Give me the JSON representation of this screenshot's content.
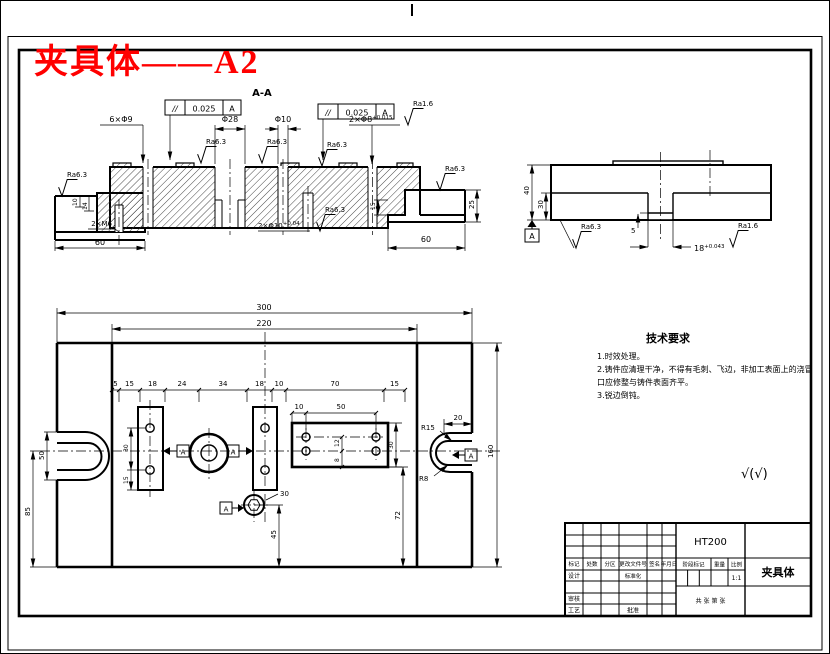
{
  "title": {
    "text": "夹具体——A2",
    "color": "#ff0000"
  },
  "section_view": {
    "view_label": "A-A",
    "tol_frame_1": {
      "sym": "//",
      "val": "0.025",
      "datum": "A"
    },
    "tol_frame_2": {
      "sym": "//",
      "val": "0.025",
      "datum": "A"
    },
    "d6x9": "6×Φ9",
    "d28": "Φ28",
    "d10": "Φ10",
    "d8": "2×Φ8",
    "d8_tol": "+0.015",
    "d10b": "2×Φ10",
    "d10b_tol": "+0.04",
    "m6": "2×M6",
    "w60l": "60",
    "w60r": "60",
    "v10": "10",
    "v14": "14",
    "v15": "15",
    "v25": "25",
    "ra63": "Ra6.3",
    "ra16": "Ra1.6"
  },
  "side_view": {
    "v40": "40",
    "v30": "30",
    "v5": "5",
    "slot": "18",
    "slot_tol": "+0.043",
    "datum": "A",
    "ra63": "Ra6.3",
    "ra16": "Ra1.6"
  },
  "plan_view": {
    "w300": "300",
    "w220": "220",
    "chain": [
      "5",
      "15",
      "18",
      "24",
      "34",
      "18",
      "10",
      "70",
      "15"
    ],
    "t10": "10",
    "t50": "50",
    "r1_30": "30",
    "r1_15": "15",
    "u50": "50",
    "l85": "85",
    "p12": "12",
    "p8": "8",
    "p30": "30",
    "v72": "72",
    "v45": "45",
    "hex30": "30",
    "u20": "20",
    "r15": "R15",
    "r8": "R8",
    "h160": "160",
    "datum": "A"
  },
  "tech_req": {
    "heading": "技术要求",
    "lines": [
      "1.时效处理。",
      "2.铸件应清理干净，不得有毛刺、飞边，非加工表面上的浇冒",
      "口应修整与铸件表面齐平。",
      "3.锐边倒钝。"
    ]
  },
  "surface_note": "√(√)",
  "title_block": {
    "material": "HT200",
    "part_name": "夹具体",
    "row_header": [
      "标记",
      "处数",
      "分区",
      "更改文件号",
      "签名",
      "年月日"
    ],
    "design": "设计",
    "standardize": "标准化",
    "check": "审核",
    "process": "工艺",
    "approve": "批准",
    "stage_mark": "阶段标记",
    "weight": "重量",
    "scale": "比例",
    "scale_value": "1:1",
    "sheet_note": "共 张 第 张"
  }
}
